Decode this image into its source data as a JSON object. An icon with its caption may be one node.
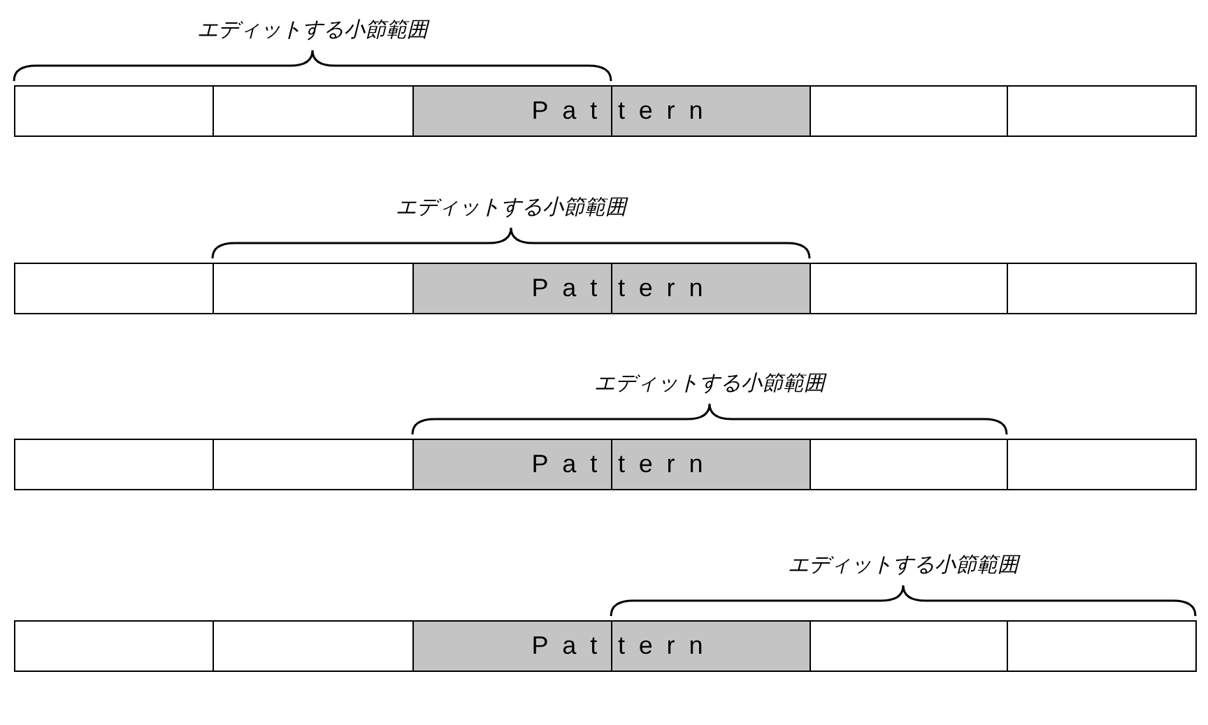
{
  "diagram": {
    "nodes": [
      {
        "text": [],
        "shape": "box"
      },
      {
        "text": [],
        "shape": "box"
      },
      {
        "text": [
          "Pat"
        ]
      },
      {
        "text": [
          "tern"
        ]
      },
      {
        "text": [],
        "shape": "box"
      },
      {
        "text": [],
        "shape": "box"
      },
      {
        "text": [],
        "shape": "box"
      },
      {
        "text": [],
        "shape": "box"
      },
      {
        "text": [
          "Pat"
        ]
      },
      {
        "text": [
          "tern"
        ]
      },
      {
        "text": [],
        "shape": "box"
      },
      {
        "text": [],
        "shape": "box"
      },
      {
        "text": [],
        "shape": "box"
      },
      {
        "text": [],
        "shape": "box"
      },
      {
        "text": [
          "Pat"
        ]
      },
      {
        "text": [
          "tern"
        ]
      },
      {
        "text": [],
        "shape": "box"
      },
      {
        "text": [],
        "shape": "box"
      },
      {
        "text": [],
        "shape": "box"
      },
      {
        "text": [],
        "shape": "box"
      },
      {
        "text": [
          "Pat"
        ]
      },
      {
        "text": [
          "tern"
        ]
      },
      {
        "text": [],
        "shape": "box"
      },
      {
        "text": [],
        "shape": "box"
      }
    ],
    "labels": [
      "エディットする小節範囲",
      "エディットする小節範囲",
      "エディットする小節範囲",
      "エディットする小節範囲"
    ]
  }
}
